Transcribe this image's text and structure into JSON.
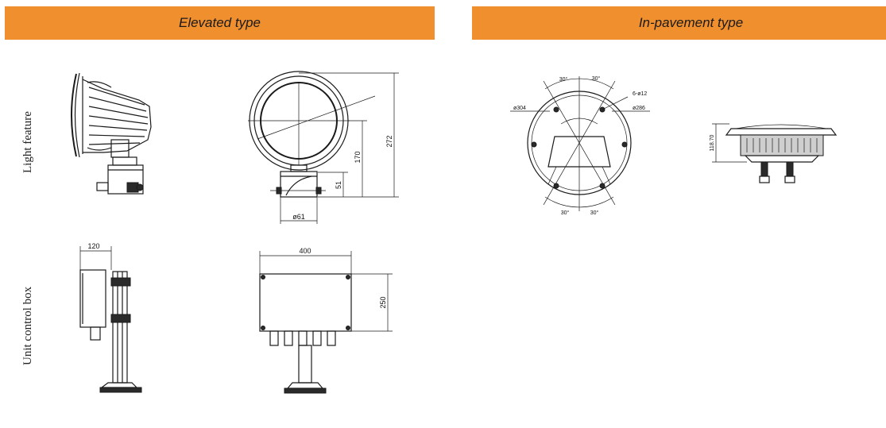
{
  "headers": {
    "elevated": "Elevated type",
    "in_pavement": "In-pavement type"
  },
  "row_labels": {
    "light_feature": "Light feature",
    "unit_control_box": "Unit control box"
  },
  "dimensions": {
    "elevated_front_height": "272",
    "elevated_front_center": "170",
    "elevated_front_base": "51",
    "elevated_front_post": "ø61",
    "ucb_side_width": "120",
    "ucb_front_width": "400",
    "ucb_front_height": "250",
    "inpav_angle_top_left": "30°",
    "inpav_angle_top_right": "30°",
    "inpav_angle_bottom_left": "30°",
    "inpav_angle_bottom_right": "30°",
    "inpav_holes": "6-ø12",
    "inpav_outer_dia": "ø304",
    "inpav_inner_dia": "ø286",
    "inpav_side_height": "118.70"
  },
  "colors": {
    "header_bg": "#ef8f2e"
  }
}
